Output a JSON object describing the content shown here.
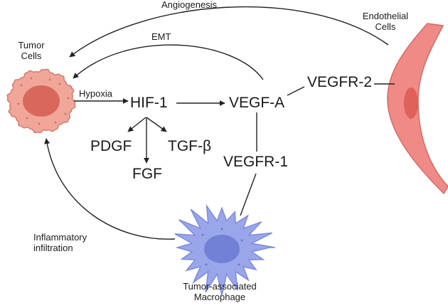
{
  "nodes": {
    "tumor_cells": "Tumor\nCells",
    "endothelial_cells": "Endothelial\nCells",
    "macrophage": "Tumor-associated\nMacrophage",
    "hif1": "HIF-1",
    "vegfa": "VEGF-A",
    "vegfr2": "VEGFR-2",
    "vegfr1": "VEGFR-1",
    "pdgf": "PDGF",
    "tgfb": "TGF-β",
    "fgf": "FGF"
  },
  "edges": {
    "angiogenesis": "Angiogenesis",
    "emt": "EMT",
    "hypoxia": "Hypoxia",
    "inflammatory": "Inflammatory\ninfiltration"
  },
  "colors": {
    "tumor_fill": "#f0a79a",
    "tumor_nucleus": "#d9685c",
    "endothelial_fill": "#ef8a86",
    "endothelial_nucleus": "#e0605a",
    "macrophage_fill": "#9aa6ea",
    "macrophage_nucleus": "#7280d6",
    "line": "#222222"
  }
}
